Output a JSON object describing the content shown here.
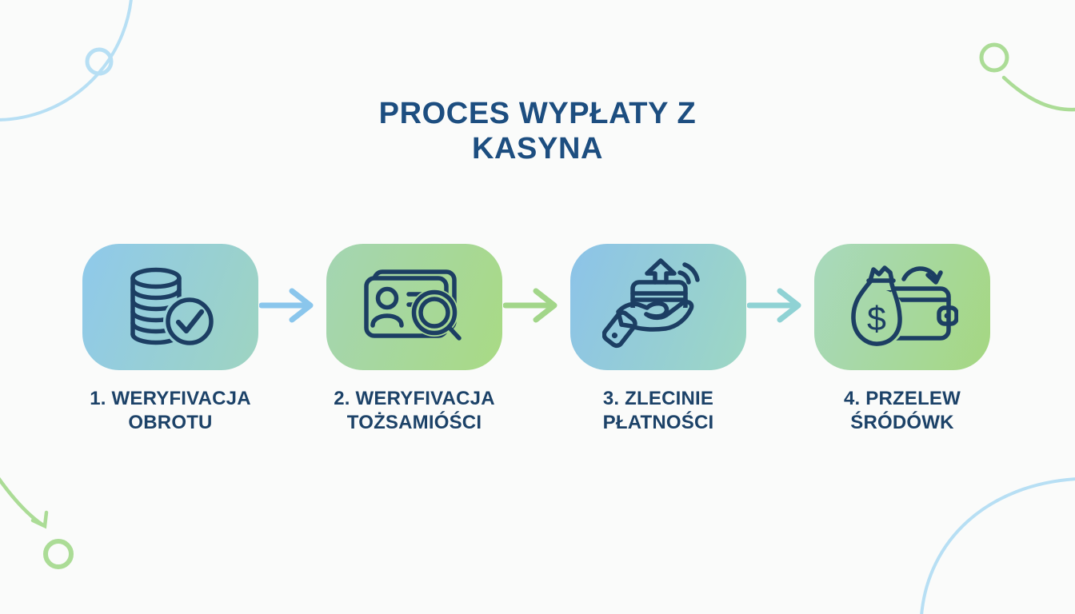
{
  "title": {
    "line1": "PROCES WYPŁATY Z",
    "line2": "KASYNA"
  },
  "steps": [
    {
      "line1": "1. WERYFIVACJA",
      "line2": "OBROTU",
      "icon": "coins-check-icon",
      "gradient": {
        "angle": "110deg",
        "from": "#8fc9eb",
        "to": "#9ed4c1"
      }
    },
    {
      "line1": "2. WERYFIVACJA",
      "line2": "TOŻSAMIÓŚCI",
      "icon": "id-card-search-icon",
      "gradient": {
        "angle": "110deg",
        "from": "#a4d5b3",
        "to": "#a9da84"
      }
    },
    {
      "line1": "3. ZLECINIE",
      "line2": "PŁATNOŚCI",
      "icon": "hand-card-payment-icon",
      "gradient": {
        "angle": "110deg",
        "from": "#8cc3e9",
        "to": "#9dd7c3"
      }
    },
    {
      "line1": "4. PRZELEW",
      "line2": "ŚRÓDÓWK",
      "icon": "moneybag-wallet-icon",
      "currency_symbol": "$",
      "gradient": {
        "angle": "110deg",
        "from": "#a8d9be",
        "to": "#a5d781"
      }
    }
  ],
  "theme": {
    "css_vars": {
      "page-bg": "#fafbfa",
      "title-color": "#1d4e80",
      "label-color": "#1c4268",
      "icon-stroke": "#1c3e63",
      "arrow-1": "#8ac6ec",
      "arrow-2": "#a2d689",
      "arrow-3": "#8fd2d4",
      "deco-blue": "#b7dff4",
      "deco-green": "#abdc96"
    }
  }
}
